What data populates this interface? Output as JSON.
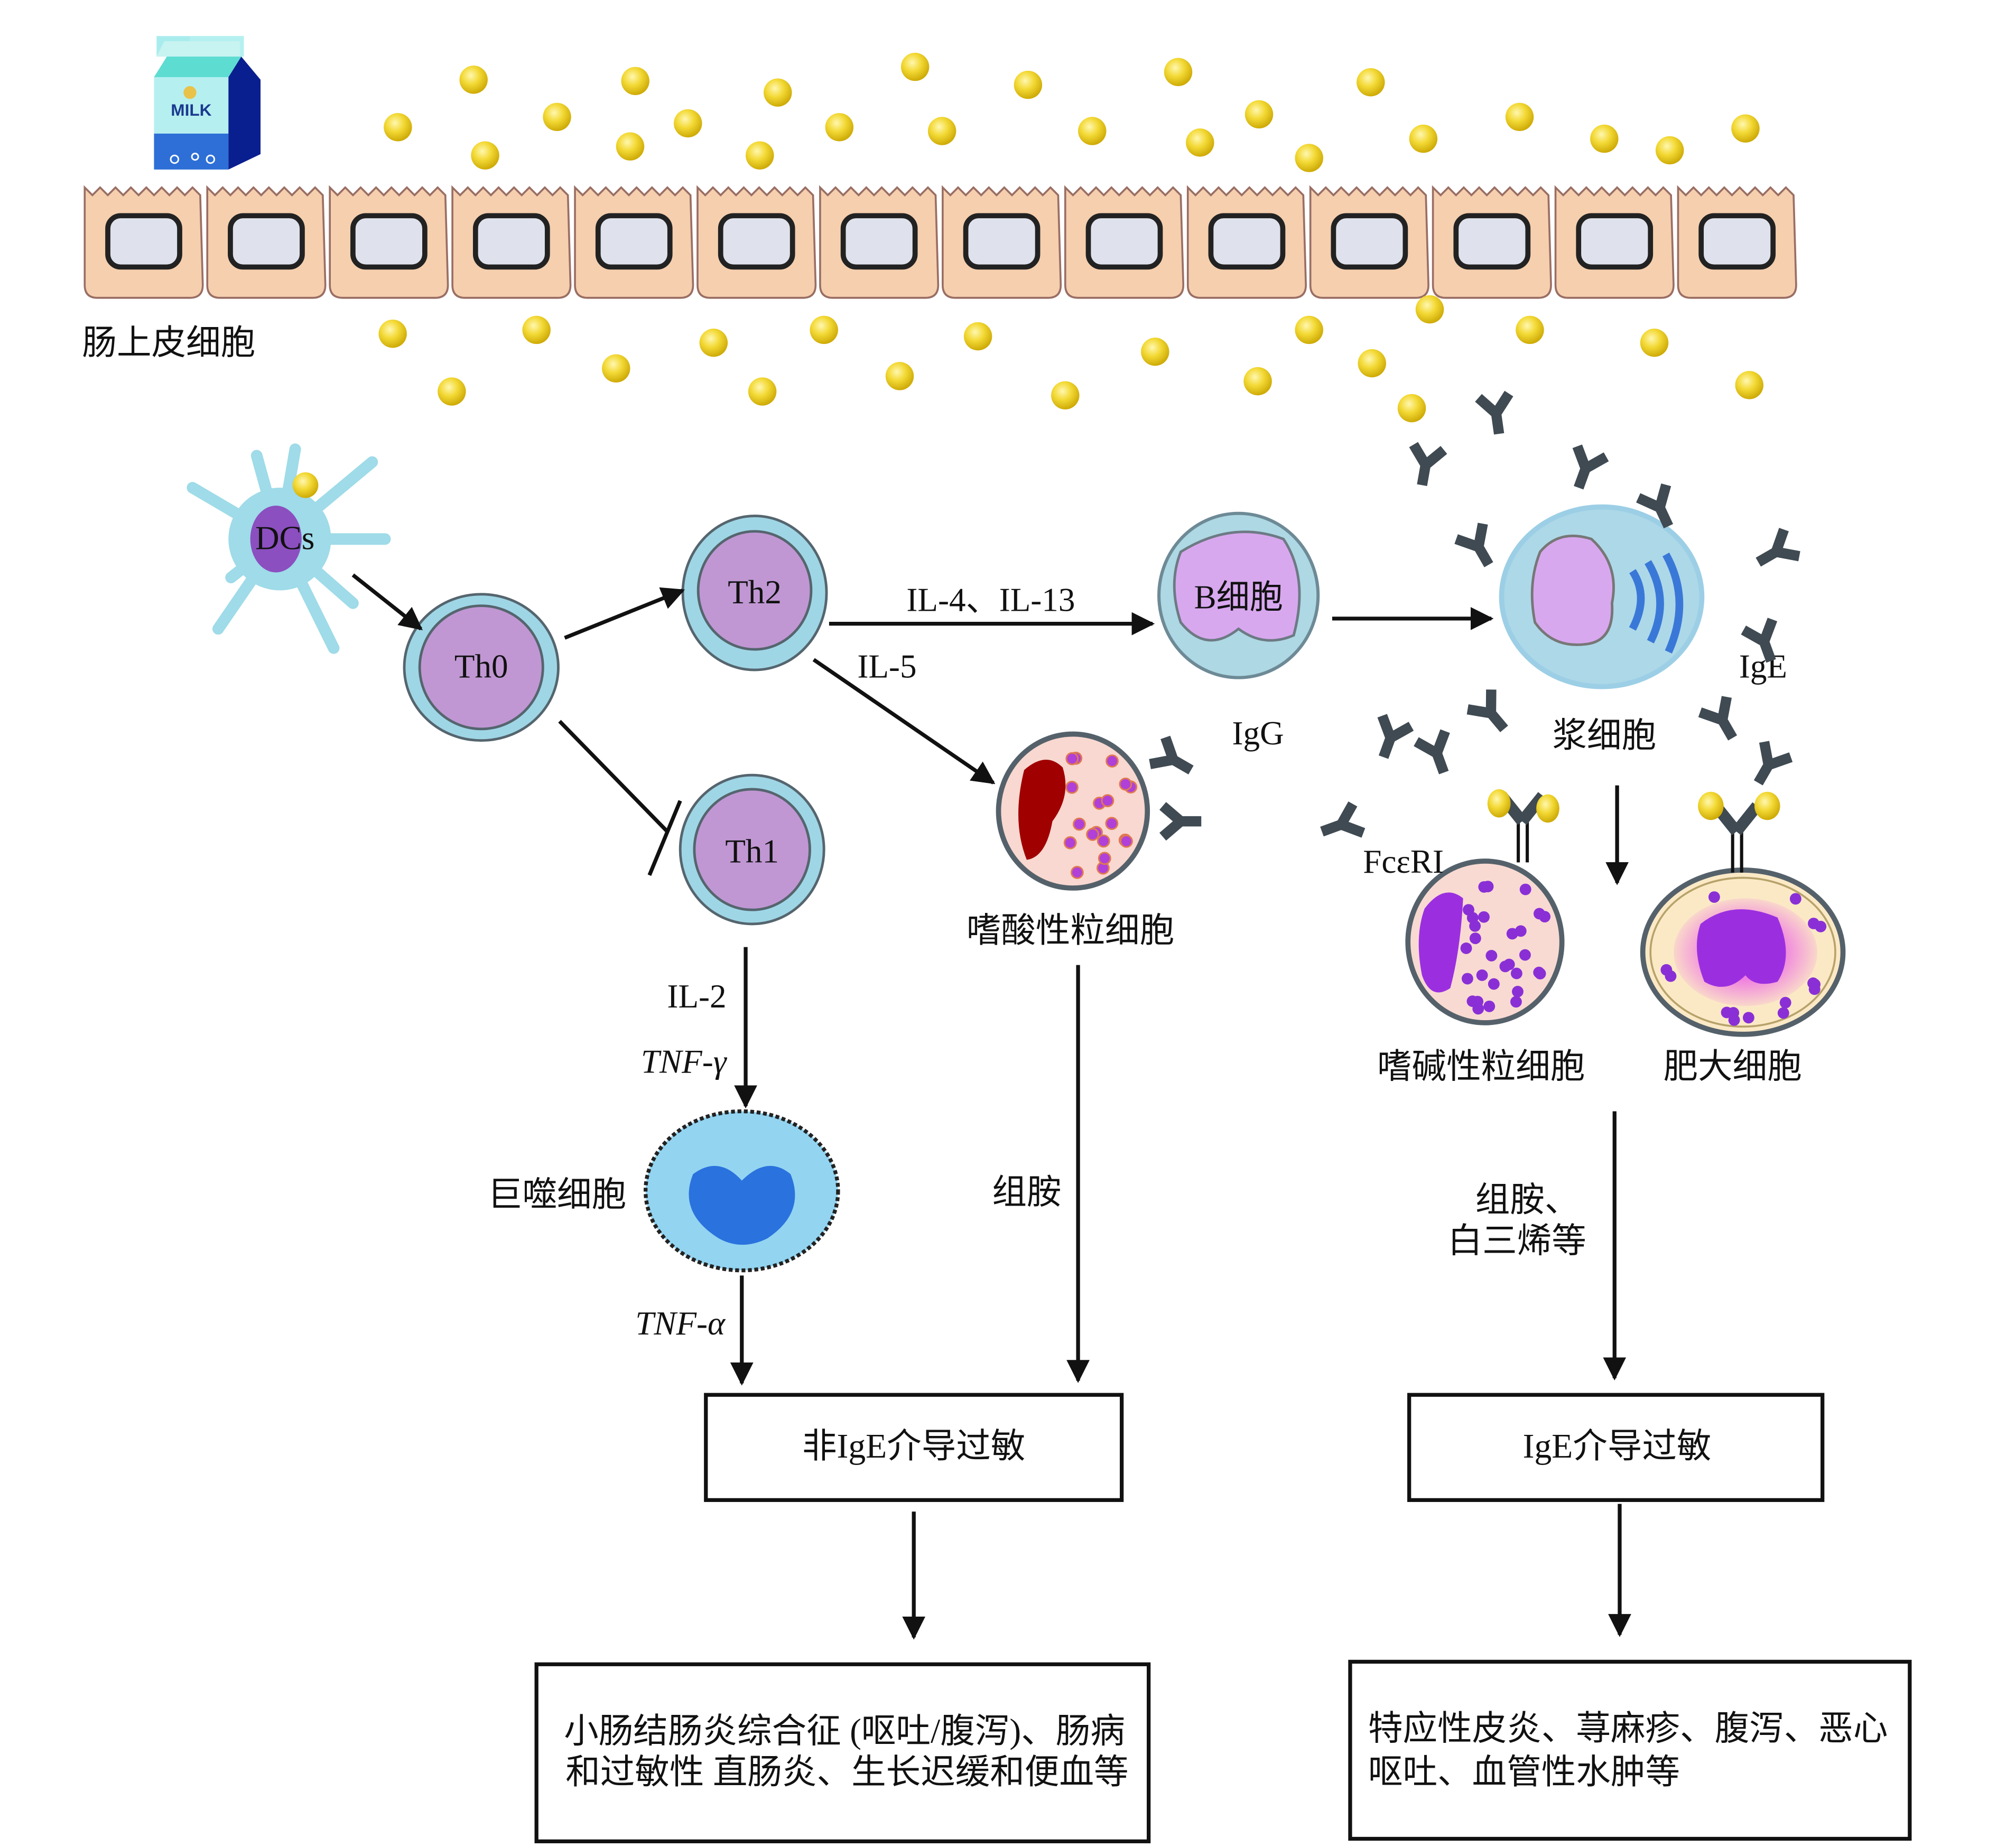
{
  "diagram": {
    "title": "Milk allergy immune mechanism",
    "labels": {
      "milk_carton": "MILK",
      "epithelium": "肠上皮细胞",
      "dcs": "DCs",
      "th0": "Th0",
      "th1": "Th1",
      "th2": "Th2",
      "b_cell": "B细胞",
      "plasma_cell": "浆细胞",
      "eosinophil": "嗜酸性粒细胞",
      "basophil": "嗜碱性粒细胞",
      "mast_cell": "肥大细胞",
      "macrophage": "巨噬细胞",
      "igg": "IgG",
      "ige": "IgE",
      "fceri": "FcεRI"
    },
    "edges": {
      "th2_to_b": "IL-4、IL-13",
      "th2_to_eos": "IL-5",
      "th1_il2": "IL-2",
      "th1_tnf_gamma": "TNF-γ",
      "mac_tnf_alpha": "TNF-α",
      "eos_histamine": "组胺",
      "mast_mediators_line1": "组胺、",
      "mast_mediators_line2": "白三烯等"
    },
    "boxes": {
      "non_ige": "非IgE介导过敏",
      "ige": "IgE介导过敏",
      "non_ige_symptoms_line1": "小肠结肠炎综合征 (呕吐/腹泻)、肠病",
      "non_ige_symptoms_line2": "和过敏性 直肠炎、生长迟缓和便血等",
      "ige_symptoms_line1": "特应性皮炎、荨麻疹、腹泻、恶心",
      "ige_symptoms_line2": "呕吐、血管性水肿等"
    },
    "colors": {
      "cell_purple": "#b98fcf",
      "membrane_blue": "#9fd6e6",
      "antigen_yellow": "#e8c81e",
      "antibody_gray": "#3f4a52",
      "epithelium_peach": "#f5cfae",
      "plasma_blue": "#3a78d8"
    }
  }
}
